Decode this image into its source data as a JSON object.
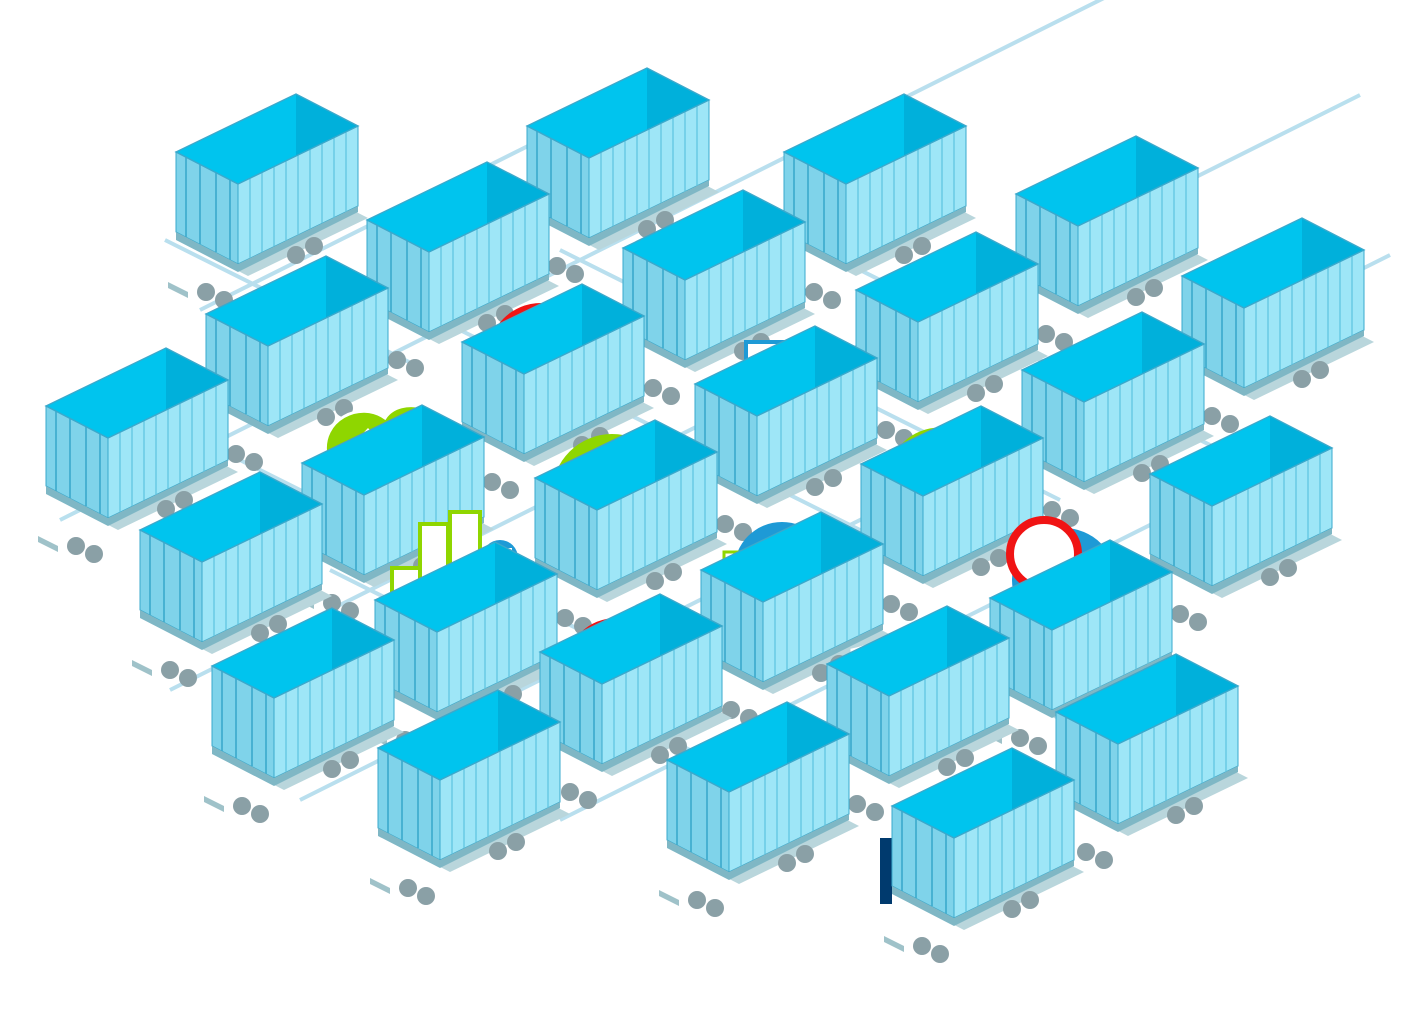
{
  "colors": {
    "background": "#ffffff",
    "car_side": "#9ee6f7",
    "car_front": "#7fd3ea",
    "car_top": "#8adff2",
    "car_interior": "#00c4ee",
    "car_rib": "#5cc3e0",
    "car_chassis": "#9fc2c9",
    "wheel": "#8aa0a6",
    "track": "#a8d8ea",
    "red": "#f01414",
    "green": "#8fd600",
    "blue": "#1e9ad6",
    "dark_blue": "#003a6e"
  },
  "cargo_icons": [
    {
      "name": "server-rack-icon",
      "color": "red"
    },
    {
      "name": "document-check-icon",
      "color": "blue"
    },
    {
      "name": "cloud-upload-icon",
      "color": "green"
    },
    {
      "name": "padlock-icon",
      "color": "green"
    },
    {
      "name": "clock-icon",
      "color": "green"
    },
    {
      "name": "bar-chart-wrench-icon",
      "color": "blue"
    },
    {
      "name": "buildings-network-icon",
      "color": "blue"
    },
    {
      "name": "magnifier-icon",
      "color": "red"
    },
    {
      "name": "network-hub-icon",
      "color": "red"
    },
    {
      "name": "shield-check-icon",
      "color": "green"
    }
  ]
}
